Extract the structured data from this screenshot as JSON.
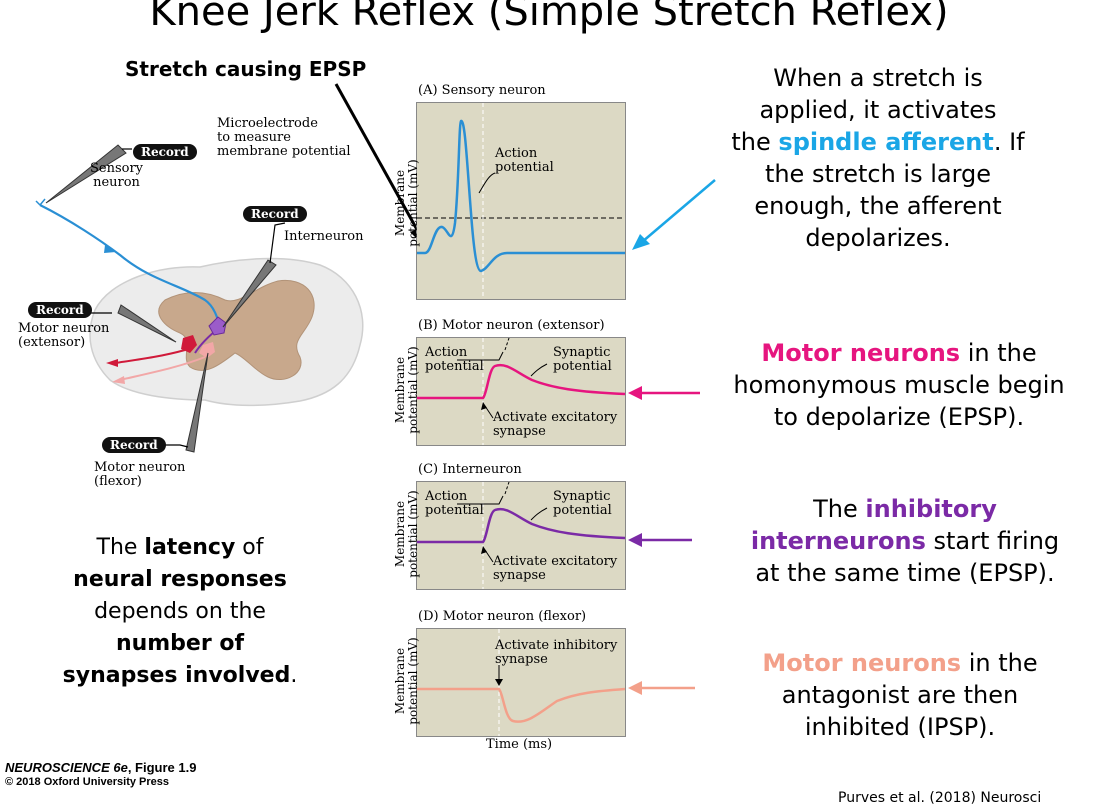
{
  "title": "Knee Jerk Reflex (Simple Stretch Reflex)",
  "stretch_label": "Stretch causing EPSP",
  "diagram": {
    "microelectrode": [
      "Microelectrode",
      "to measure",
      "membrane potential"
    ],
    "record": "Record",
    "sensory_neuron": [
      "Sensory",
      "neuron"
    ],
    "interneuron": "Interneuron",
    "motor_extensor": [
      "Motor neuron",
      "(extensor)"
    ],
    "motor_flexor": [
      "Motor neuron",
      "(flexor)"
    ]
  },
  "panels": {
    "a_title": "(A) Sensory neuron",
    "b_title": "(B) Motor neuron (extensor)",
    "c_title": "(C) Interneuron",
    "d_title": "(D) Motor neuron (flexor)",
    "ylabel": [
      "Membrane",
      "potential (mV)"
    ],
    "action_potential": [
      "Action",
      "potential"
    ],
    "synaptic_potential": [
      "Synaptic",
      "potential"
    ],
    "activate_excitatory": [
      "Activate excitatory",
      "synapse"
    ],
    "activate_inhibitory": [
      "Activate inhibitory",
      "synapse"
    ],
    "xlabel": "Time (ms)"
  },
  "right": {
    "p1": [
      "When a stretch is",
      "applied, it activates",
      "the ",
      "spindle afferent",
      ". If",
      "the stretch is large",
      "enough, the afferent",
      "depolarizes."
    ],
    "p2": [
      "Motor neurons",
      " in the",
      "homonymous muscle begin",
      "to depolarize (EPSP)."
    ],
    "p3": [
      "The ",
      "inhibitory",
      "interneurons",
      " start firing",
      "at the same time (EPSP)."
    ],
    "p4": [
      "Motor neurons",
      " in the",
      "antagonist are then",
      "inhibited (IPSP)."
    ]
  },
  "left_text": [
    "The ",
    "latency",
    " of",
    "neural responses",
    "depends on the",
    "number of",
    "synapses involved",
    "."
  ],
  "credit": [
    "NEUROSCIENCE 6e",
    ", Figure 1.9",
    "© 2018 Oxford University Press"
  ],
  "citation": "Purves et al. (2018) Neurosci",
  "colors": {
    "blue": "#1aa6e6",
    "magenta": "#e6157f",
    "purple": "#7b2aa6",
    "salmon": "#f3a08a",
    "panel": "#dcd9c4"
  }
}
